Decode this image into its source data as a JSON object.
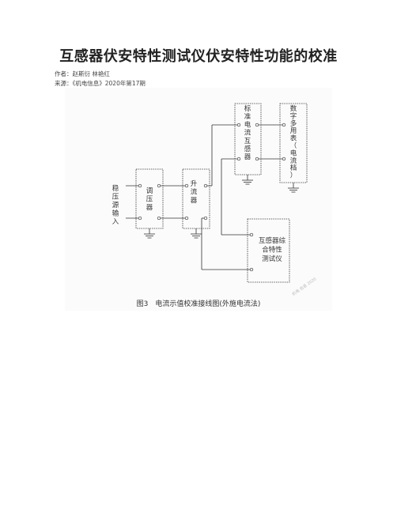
{
  "document": {
    "title": "互感器伏安特性测试仪伏安特性功能的校准",
    "author": "作者：赵斯衍 林艳红",
    "source": "来源：《机电信息》2020年第17期"
  },
  "figure": {
    "caption": "图3　电流示值校准接线图(外施电流法)",
    "watermark": "机电 信息 2020",
    "labels": {
      "source": [
        "稳",
        "压",
        "源",
        "输",
        "入"
      ],
      "regulator": [
        "调",
        "压",
        "器"
      ],
      "booster": [
        "升",
        "流",
        "器"
      ],
      "std_ct": [
        "标",
        "准",
        "电",
        "流",
        "互",
        "感",
        "器"
      ],
      "multimeter": [
        "数",
        "字",
        "多",
        "用",
        "表",
        "（",
        "电",
        "流",
        "档",
        "）"
      ],
      "tester": [
        "互感器综",
        "合特性",
        "测试仪"
      ]
    }
  }
}
